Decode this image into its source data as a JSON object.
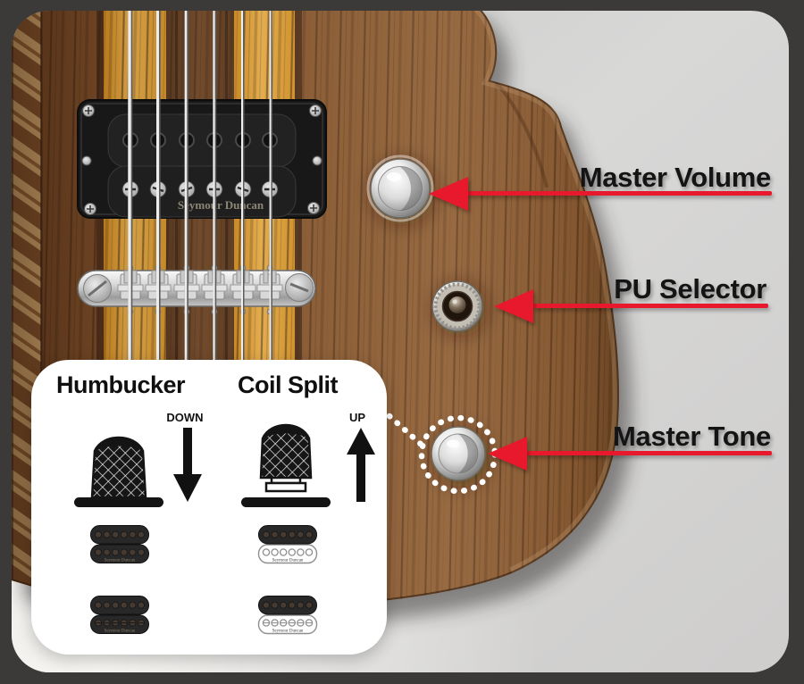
{
  "annotations": {
    "master_volume": {
      "label": "Master Volume"
    },
    "pu_selector": {
      "label": "PU Selector"
    },
    "master_tone": {
      "label": "Master Tone"
    }
  },
  "inset": {
    "humbucker": {
      "heading": "Humbucker",
      "switch_direction": "DOWN"
    },
    "coil_split": {
      "heading": "Coil Split",
      "switch_direction": "UP"
    },
    "pickup_brand": "Seymour Duncan"
  },
  "guitar": {
    "pickup_brand": "Seymour Duncan"
  },
  "colors": {
    "arrow_red": "#e8192c",
    "backdrop_gray": "#d2d2d1",
    "frame_charcoal": "#3b3a38",
    "panel_white": "#ffffff",
    "wood_walnut": "#7c4f2c",
    "stripe_maple": "#d79a33",
    "ink_black": "#161616"
  }
}
